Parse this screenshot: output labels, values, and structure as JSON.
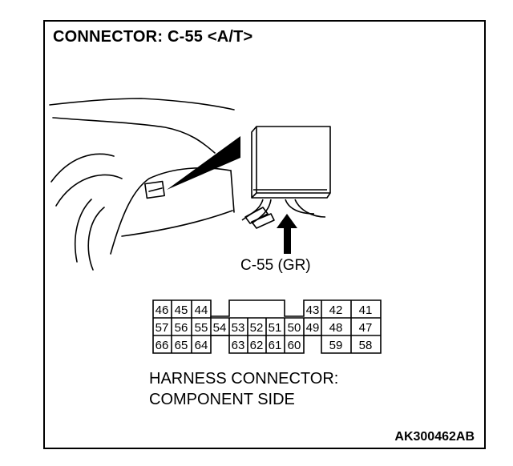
{
  "title": "CONNECTOR: C-55 <A/T>",
  "callout": "C-55 (GR)",
  "pins": {
    "row1": [
      "46",
      "45",
      "44",
      "43",
      "42",
      "41"
    ],
    "row2": [
      "57",
      "56",
      "55",
      "54",
      "53",
      "52",
      "51",
      "50",
      "49",
      "48",
      "47"
    ],
    "row3": [
      "66",
      "65",
      "64",
      "63",
      "62",
      "61",
      "60",
      "59",
      "58"
    ]
  },
  "caption": {
    "line1": "HARNESS CONNECTOR:",
    "line2": "COMPONENT SIDE"
  },
  "figure_code": "AK300462AB"
}
